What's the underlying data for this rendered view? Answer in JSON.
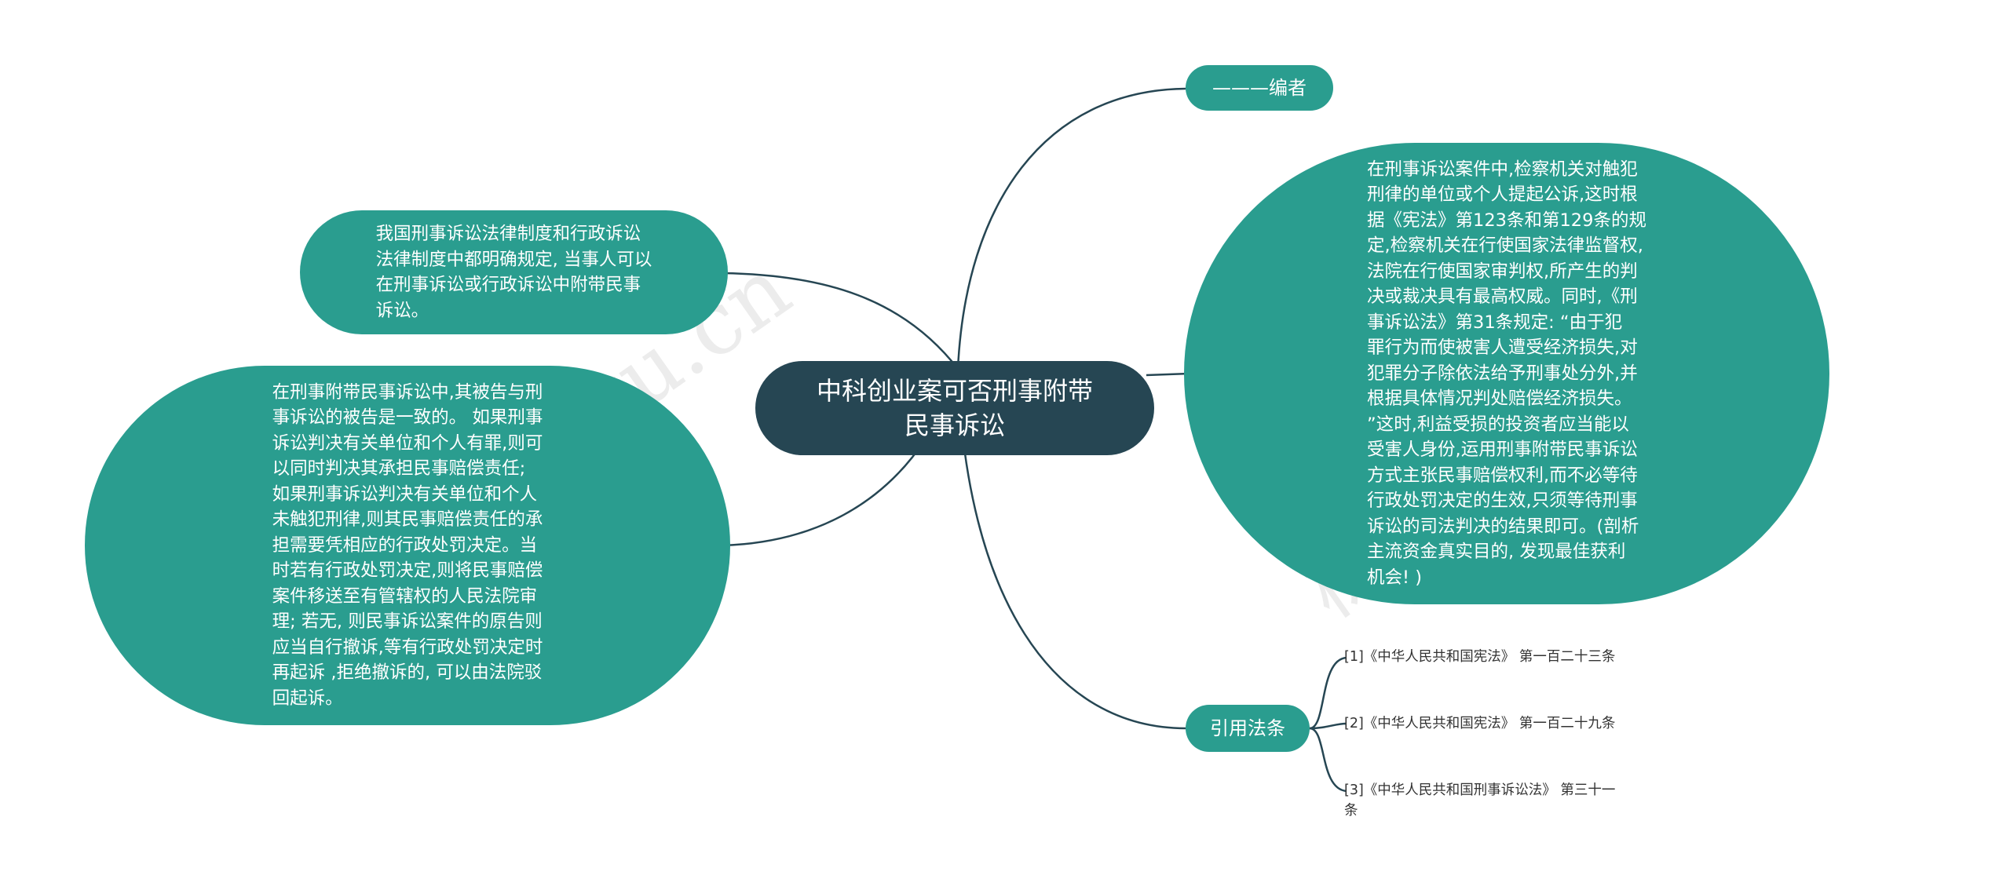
{
  "root": {
    "label": "中科创业案可否刑事附带\n民事诉讼"
  },
  "nodes": {
    "author": "———编者",
    "top_left": "我国刑事诉讼法律制度和行政诉讼\n法律制度中都明确规定, 当事人可以\n在刑事诉讼或行政诉讼中附带民事\n诉讼。",
    "bottom_left": "在刑事附带民事诉讼中,其被告与刑\n事诉讼的被告是一致的。 如果刑事\n诉讼判决有关单位和个人有罪,则可\n以同时判决其承担民事赔偿责任;\n如果刑事诉讼判决有关单位和个人\n未触犯刑律,则其民事赔偿责任的承\n担需要凭相应的行政处罚决定。当\n时若有行政处罚决定,则将民事赔偿\n案件移送至有管辖权的人民法院审\n理; 若无, 则民事诉讼案件的原告则\n应当自行撤诉,等有行政处罚决定时\n再起诉 ,拒绝撤诉的, 可以由法院驳\n回起诉。",
    "right": "在刑事诉讼案件中,检察机关对触犯\n刑律的单位或个人提起公诉,这时根\n据《宪法》第123条和第129条的规\n定,检察机关在行使国家法律监督权,\n法院在行使国家审判权,所产生的判\n决或裁决具有最高权威。同时,《刑\n事诉讼法》第31条规定: “由于犯\n罪行为而使被害人遭受经济损失,对\n犯罪分子除依法给予刑事处分外,并\n根据具体情况判处赔偿经济损失。\n”这时,利益受损的投资者应当能以\n受害人身份,运用刑事附带民事诉讼\n方式主张民事赔偿权利,而不必等待\n行政处罚决定的生效,只须等待刑事\n诉讼的司法判决的结果即可。(剖析\n主流资金真实目的, 发现最佳获利\n机会! )",
    "citations": "引用法条"
  },
  "citations": [
    "[1]《中华人民共和国宪法》 第一百二十三条",
    "[2]《中华人民共和国宪法》 第一百二十九条",
    "[3]《中华人民共和国刑事诉讼法》 第三十一\n条"
  ],
  "colors": {
    "root_fill": "#264653",
    "node_fill": "#2a9d8f",
    "line": "#264653",
    "text_light": "#ffffff",
    "text_dark": "#333333"
  },
  "watermarks": [
    "shutu.cn",
    "树图 shutu.cn"
  ]
}
